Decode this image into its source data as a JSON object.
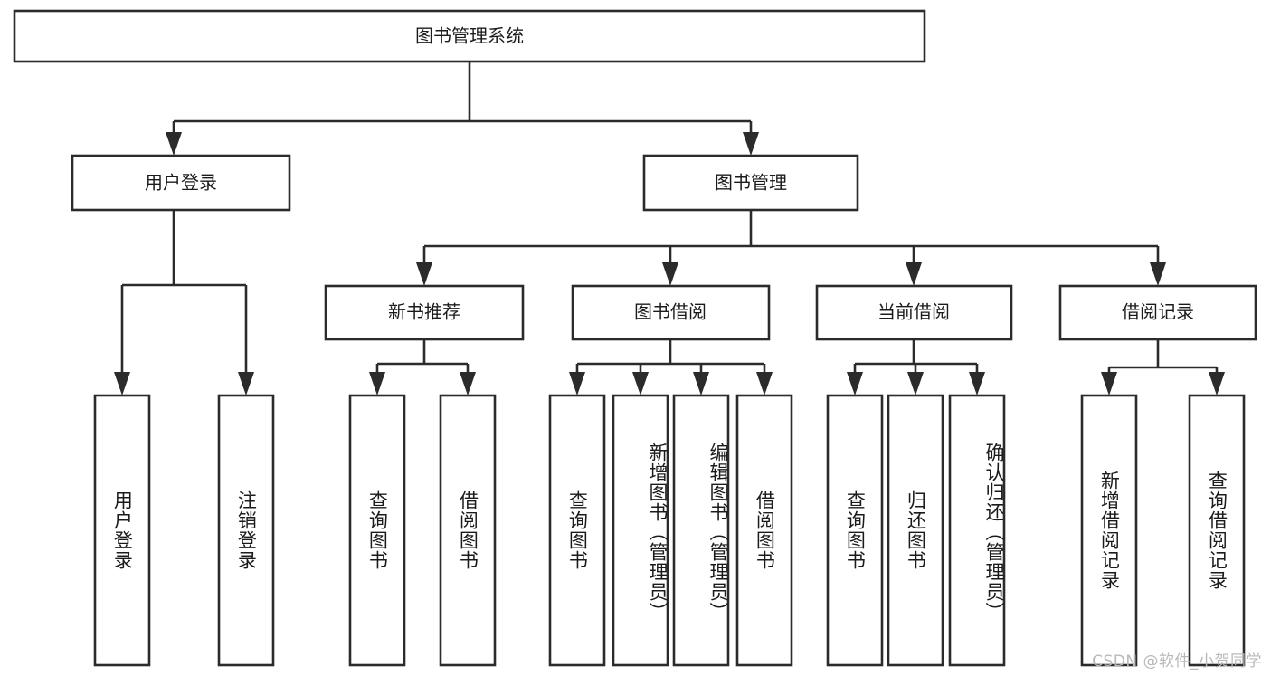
{
  "diagram": {
    "type": "tree-hierarchy",
    "title": "图书管理系统",
    "orientation": "top-down",
    "colors": {
      "background": "#ffffff",
      "box_stroke": "#2b2b2b",
      "box_fill": "#ffffff",
      "connector": "#2b2b2b",
      "text": "#1b1b1b",
      "watermark": "#b9b9b9"
    },
    "root": {
      "label": "图书管理系统"
    },
    "level2": [
      {
        "label": "用户登录"
      },
      {
        "label": "图书管理"
      }
    ],
    "level3": [
      {
        "label": "新书推荐"
      },
      {
        "label": "图书借阅"
      },
      {
        "label": "当前借阅"
      },
      {
        "label": "借阅记录"
      }
    ],
    "leaves": {
      "user_login": [
        {
          "label": "用户登录"
        },
        {
          "label": "注销登录"
        }
      ],
      "new_book_recommend": [
        {
          "label": "查询图书"
        },
        {
          "label": "借阅图书"
        }
      ],
      "book_borrow": [
        {
          "label": "查询图书"
        },
        {
          "label": "新增图书（管理员）"
        },
        {
          "label": "编辑图书（管理员）"
        },
        {
          "label": "借阅图书"
        }
      ],
      "current_borrow": [
        {
          "label": "查询图书"
        },
        {
          "label": "归还图书"
        },
        {
          "label": "确认归还（管理员）"
        }
      ],
      "borrow_record": [
        {
          "label": "新增借阅记录"
        },
        {
          "label": "查询借阅记录"
        }
      ]
    },
    "watermark": "CSDN @软件_小贺同学"
  }
}
